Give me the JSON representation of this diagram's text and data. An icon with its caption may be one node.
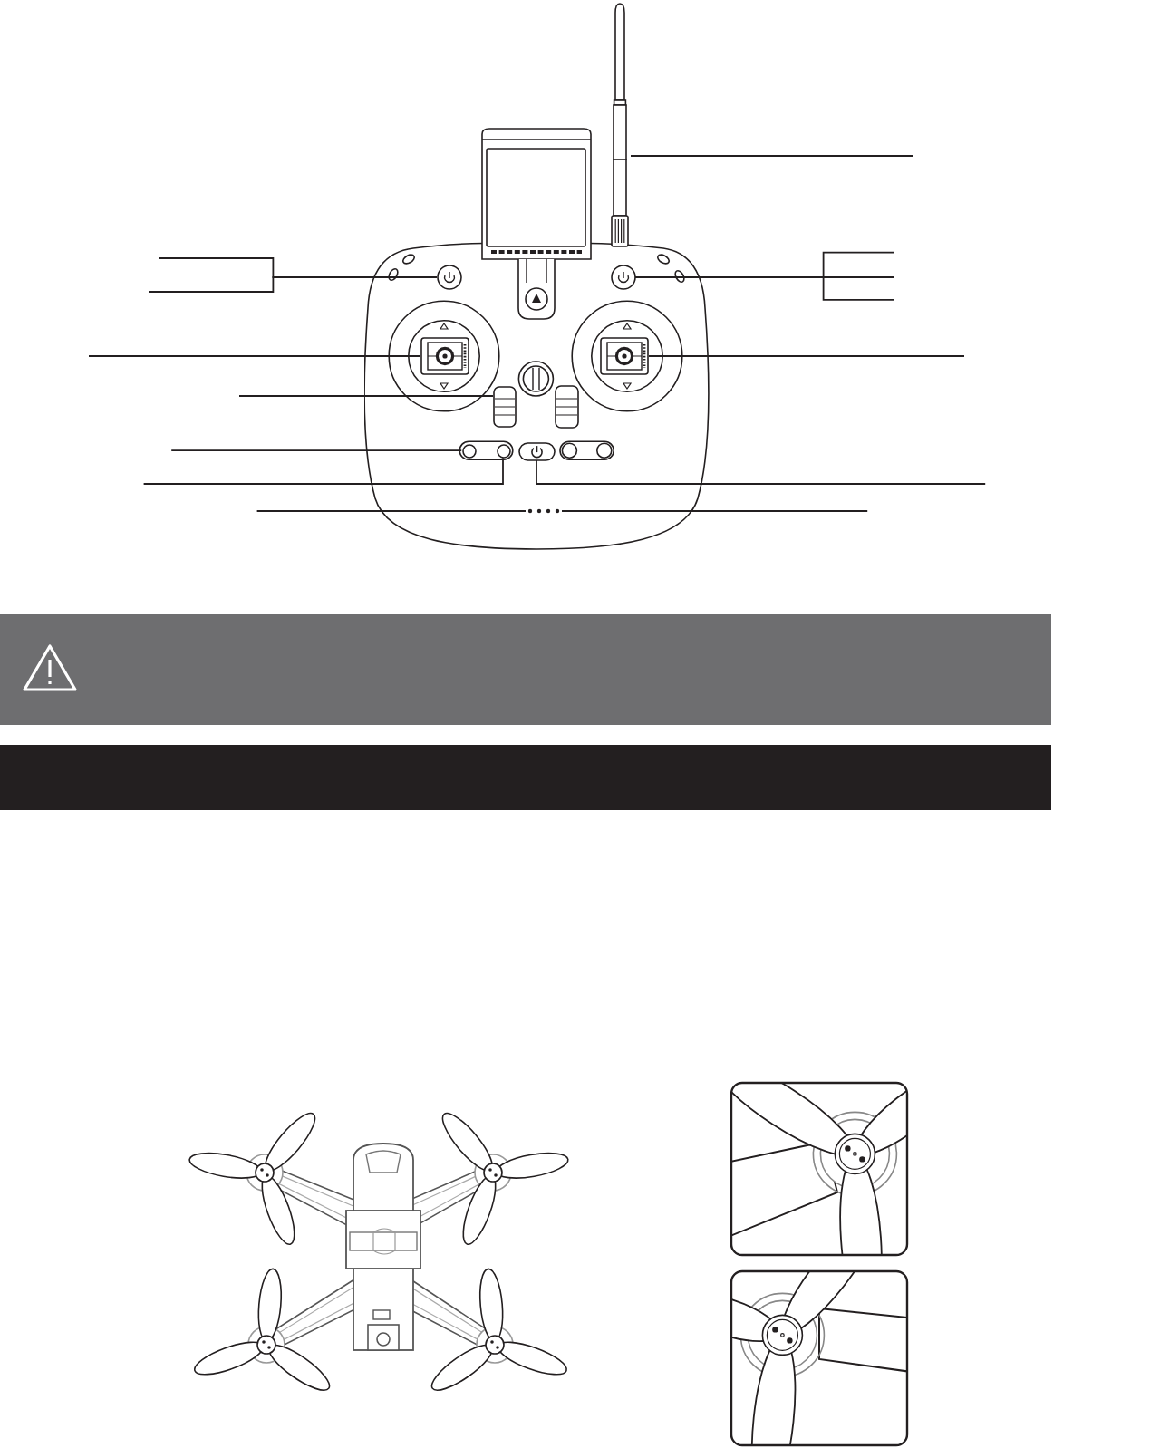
{
  "diagram": {
    "nodes": [
      {
        "text": [],
        "shape": "picture"
      },
      {
        "text": [],
        "shape": "circle"
      },
      {
        "text": [],
        "shape": "circle"
      },
      {
        "text": [],
        "shape": "picture"
      },
      {
        "text": [],
        "shape": "picture"
      },
      {
        "text": [],
        "shape": "picture"
      },
      {
        "text": [],
        "shape": "circle"
      },
      {
        "text": [],
        "shape": "circle"
      },
      {
        "text": [],
        "shape": "picture"
      },
      {
        "text": [],
        "shape": "picture"
      }
    ],
    "edges": [
      {
        "from": null,
        "to": 0,
        "arrow": "none"
      },
      {
        "from": null,
        "to": 1,
        "arrow": "none"
      },
      {
        "from": null,
        "to": 1,
        "arrow": "none"
      },
      {
        "from": null,
        "to": 2,
        "arrow": "none"
      },
      {
        "from": null,
        "to": 2,
        "arrow": "none"
      },
      {
        "from": null,
        "to": 2,
        "arrow": "none"
      },
      {
        "from": null,
        "to": 3,
        "arrow": "none"
      },
      {
        "from": null,
        "to": 4,
        "arrow": "none"
      },
      {
        "from": null,
        "to": 5,
        "arrow": "none"
      },
      {
        "from": null,
        "to": 6,
        "arrow": "none"
      },
      {
        "from": null,
        "to": 7,
        "arrow": "none"
      },
      {
        "from": null,
        "to": 8,
        "arrow": "none"
      },
      {
        "from": null,
        "to": 9,
        "arrow": "none"
      },
      {
        "from": null,
        "to": 9,
        "arrow": "none"
      }
    ]
  }
}
